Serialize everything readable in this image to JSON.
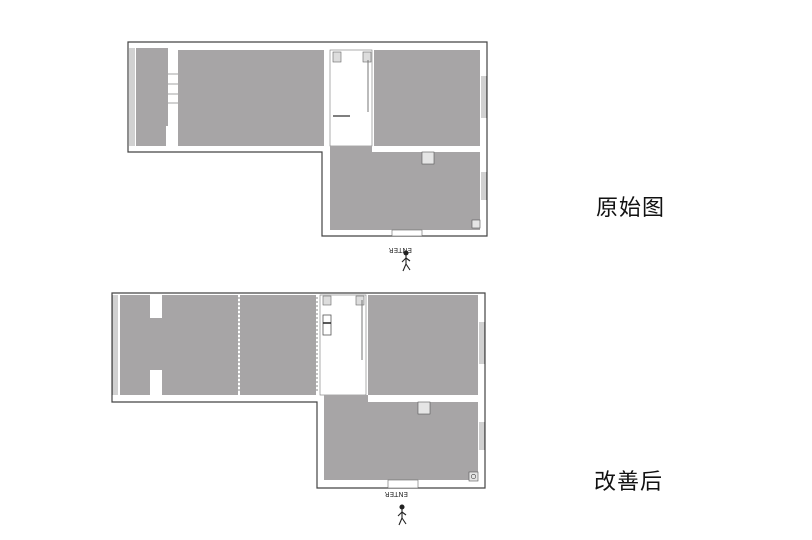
{
  "labels": {
    "original": "原始图",
    "improved": "改善后"
  },
  "entrance": {
    "text": "ENTER",
    "icon": "walking-person-icon"
  },
  "colors": {
    "room_fill": "#a7a5a6",
    "wall": "#444444",
    "background": "#ffffff"
  }
}
